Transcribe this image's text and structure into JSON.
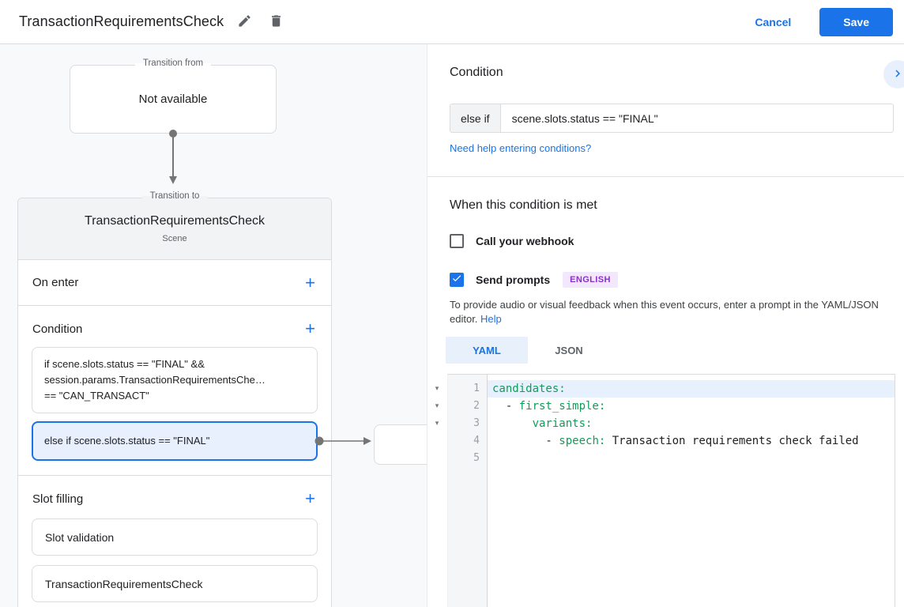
{
  "header": {
    "title": "TransactionRequirementsCheck",
    "cancel_label": "Cancel",
    "save_label": "Save"
  },
  "flow": {
    "transition_from": {
      "label": "Transition from",
      "value": "Not available"
    },
    "transition_to": {
      "label": "Transition to",
      "title": "TransactionRequirementsCheck",
      "subtitle": "Scene",
      "on_enter_label": "On enter",
      "condition_label": "Condition",
      "condition_items": [
        {
          "lines": [
            "if scene.slots.status == \"FINAL\" &&",
            "session.params.TransactionRequirementsChe…",
            "== \"CAN_TRANSACT\""
          ],
          "selected": false
        },
        {
          "lines": [
            "else if scene.slots.status == \"FINAL\""
          ],
          "selected": true
        }
      ],
      "slot_filling_label": "Slot filling",
      "slot_items": [
        "Slot validation",
        "TransactionRequirementsCheck"
      ]
    }
  },
  "panel": {
    "title": "Condition",
    "condition_prefix": "else if",
    "condition_value": "scene.slots.status == \"FINAL\"",
    "help_link": "Need help entering conditions?",
    "section_title": "When this condition is met",
    "webhook_checkbox": {
      "label": "Call your webhook",
      "checked": false
    },
    "prompts_checkbox": {
      "label": "Send prompts",
      "checked": true,
      "badge": "ENGLISH"
    },
    "description": "To provide audio or visual feedback when this event occurs, enter a prompt in the YAML/JSON editor.",
    "description_link": "Help",
    "tabs": [
      {
        "label": "YAML",
        "active": true
      },
      {
        "label": "JSON",
        "active": false
      }
    ],
    "editor": {
      "lines": [
        {
          "fold": "▾",
          "number": "1",
          "pre": "",
          "key": "candidates:",
          "post": ""
        },
        {
          "fold": "▾",
          "number": "2",
          "pre": "  - ",
          "key": "first_simple:",
          "post": ""
        },
        {
          "fold": "▾",
          "number": "3",
          "pre": "      ",
          "key": "variants:",
          "post": ""
        },
        {
          "fold": "",
          "number": "4",
          "pre": "        - ",
          "key": "speech:",
          "post": " Transaction requirements check failed"
        },
        {
          "fold": "",
          "number": "5",
          "pre": "",
          "key": "",
          "post": ""
        }
      ]
    }
  },
  "colors": {
    "accent_blue": "#1a73e8",
    "selected_condition_bg": "#e8f0fe",
    "yaml_key_green": "#0f9d58",
    "badge_bg": "#f2e7fc",
    "badge_text": "#8a30c9",
    "panel_bg": "#f8f9fa",
    "card_header_bg": "#f1f3f4",
    "line_highlight": "#e6f1fd"
  }
}
